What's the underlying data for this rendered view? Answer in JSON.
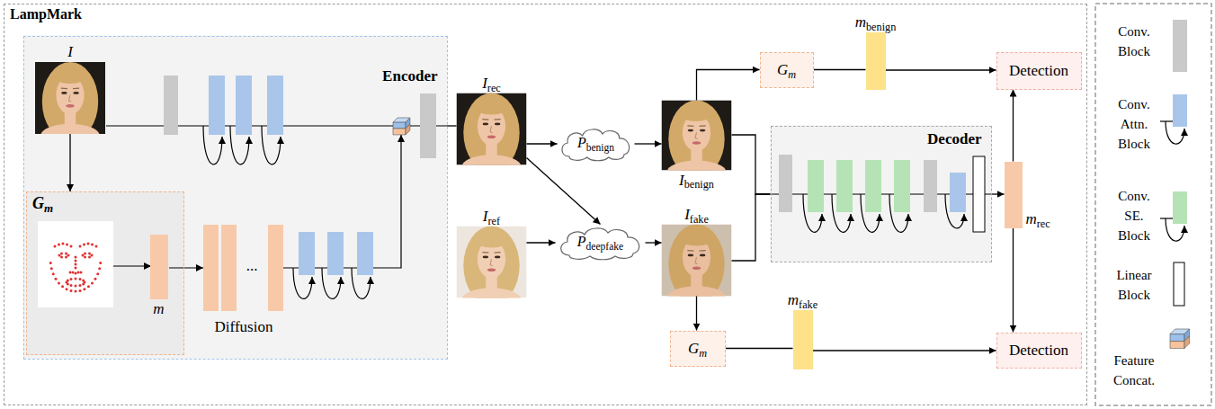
{
  "diagram": {
    "nodes": [
      {
        "text": [
          "LampMark"
        ]
      },
      {
        "text": [
          "Encoder"
        ],
        "in": 0
      },
      {
        "text": [
          "I"
        ],
        "in": 1
      },
      {
        "text": [
          "Gm"
        ],
        "in": 1
      },
      {
        "text": [
          "m"
        ],
        "in": 3
      },
      {
        "text": [
          "Irec"
        ],
        "in": 0
      },
      {
        "text": [
          "Iref"
        ],
        "in": 0
      },
      {
        "text": [
          "Pbenign"
        ],
        "in": 0
      },
      {
        "text": [
          "Pdeepfake"
        ],
        "in": 0
      },
      {
        "text": [
          "Ibenign"
        ],
        "in": 0
      },
      {
        "text": [
          "Ifake"
        ],
        "in": 0
      },
      {
        "text": [
          "Gm"
        ],
        "in": 0
      },
      {
        "text": [
          "mbenign"
        ],
        "in": 0
      },
      {
        "text": [
          "Detection"
        ],
        "in": 0
      },
      {
        "text": [
          "Decoder"
        ],
        "in": 0
      },
      {
        "text": [
          "mrec"
        ],
        "in": 0
      },
      {
        "text": [
          "Gm"
        ],
        "in": 0
      },
      {
        "text": [
          "mfake"
        ],
        "in": 0
      },
      {
        "text": [
          "Detection"
        ],
        "in": 0
      }
    ],
    "edges": [
      {
        "from": 2,
        "to": 3,
        "arrow": "to"
      },
      {
        "from": 1,
        "to": 5,
        "arrow": "none"
      },
      {
        "from": 5,
        "to": 7,
        "arrow": "to"
      },
      {
        "from": 5,
        "to": 8,
        "arrow": "to"
      },
      {
        "from": 6,
        "to": 8,
        "arrow": "to"
      },
      {
        "from": 7,
        "to": 9,
        "arrow": "to"
      },
      {
        "from": 8,
        "to": 10,
        "arrow": "to"
      },
      {
        "from": 9,
        "to": 11,
        "arrow": "to"
      },
      {
        "from": 10,
        "to": 16,
        "arrow": "to"
      },
      {
        "from": 9,
        "to": 14,
        "arrow": "none"
      },
      {
        "from": 10,
        "to": 14,
        "arrow": "none"
      },
      {
        "from": 11,
        "to": 12,
        "arrow": "none"
      },
      {
        "from": 12,
        "to": 13,
        "arrow": "to"
      },
      {
        "from": 14,
        "to": 15,
        "arrow": "to"
      },
      {
        "from": 15,
        "to": 13,
        "arrow": "to"
      },
      {
        "from": 15,
        "to": 18,
        "arrow": "to"
      },
      {
        "from": 16,
        "to": 17,
        "arrow": "none"
      },
      {
        "from": 17,
        "to": 18,
        "arrow": "to"
      }
    ],
    "labels": [
      "...",
      "Diffusion"
    ],
    "legend": [
      {
        "text": "Conv. Block",
        "color": "#c9c9c9"
      },
      {
        "text": "Conv. Attn. Block",
        "color": "#a9c6ea"
      },
      {
        "text": "Conv. SE. Block",
        "color": "#b5e3b5"
      },
      {
        "text": "Linear Block"
      },
      {
        "text": "Feature Concat."
      }
    ]
  }
}
